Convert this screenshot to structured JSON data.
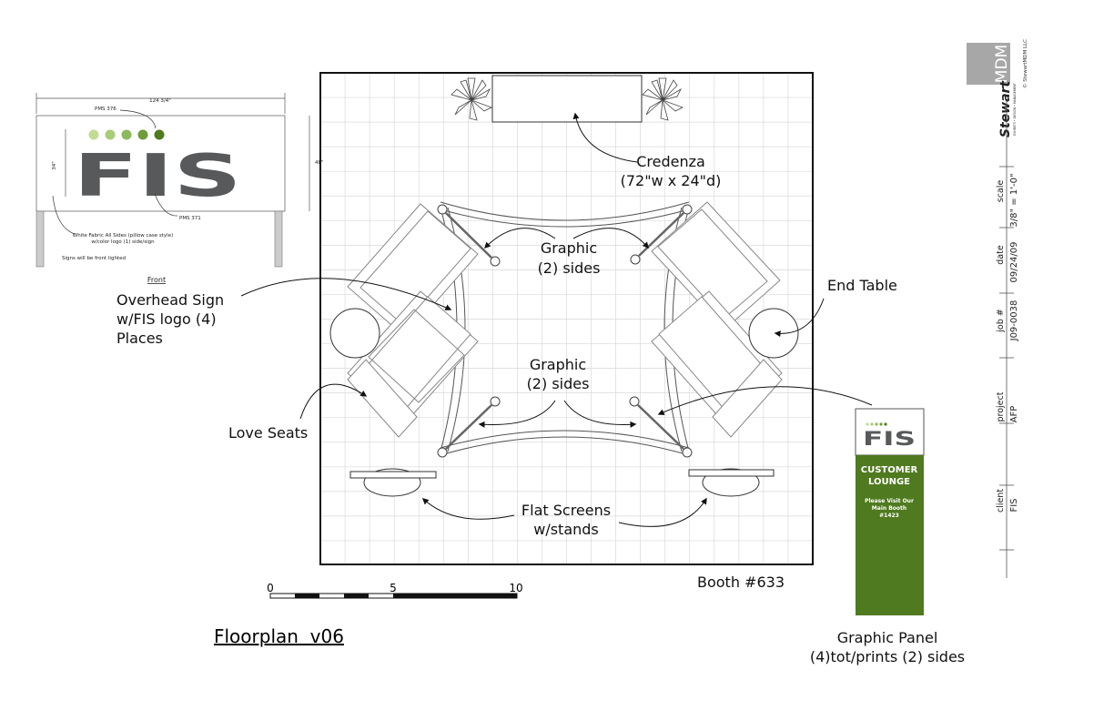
{
  "colors": {
    "green": "#4f7a1f",
    "green_mid": "#8db85e",
    "green_light": "#c3dc95",
    "logo_gray": "#58595b",
    "grid": "#d9d9d9",
    "brand_gray": "#a7a7a7"
  },
  "title": "Floorplan  v06",
  "booth": "Booth #633",
  "labels": {
    "credenza": [
      "Credenza",
      "(72\"w x 24\"d)"
    ],
    "graphic_top": [
      "Graphic",
      "(2) sides"
    ],
    "graphic_mid": [
      "Graphic",
      "(2) sides"
    ],
    "end_table": "End Table",
    "overhead_sign": [
      "Overhead Sign",
      "w/FIS logo (4)",
      "Places"
    ],
    "love_seats": "Love Seats",
    "flat_screens": [
      "Flat Screens",
      "w/stands"
    ],
    "graphic_panel": [
      "Graphic Panel",
      "(4)tot/prints (2) sides"
    ]
  },
  "scale_bar": {
    "ticks": [
      "0",
      "5",
      "10"
    ]
  },
  "sign_detail": {
    "width_dim": "124 3/4\"",
    "left_dim": "34\"",
    "right_dim": "48\"",
    "pms_top": "PMS 376",
    "pms_bottom": "PMS 371",
    "logo_text": "FIS",
    "note1": "White Fabric All Sides (pillow case style)",
    "note2": "w/color logo (1) side/sign",
    "note3": "Signs will be front lighted",
    "front_label": "Front"
  },
  "panel": {
    "logo": "FIS",
    "heading": [
      "CUSTOMER",
      "LOUNGE"
    ],
    "body": [
      "Please Visit Our",
      "Main Booth",
      "#1423"
    ]
  },
  "title_block": {
    "brand_box": "MDM",
    "brand_name": "Stewart",
    "brand_tag": "EXHIBITS • DESIGN • MANAGEMENT",
    "copyright": "© StewartMDM LLC",
    "fields": [
      {
        "label": "scale",
        "value": "3/8\" = 1'-0\""
      },
      {
        "label": "date",
        "value": "09/24/09"
      },
      {
        "label": "job #",
        "value": "J09-0038"
      },
      {
        "label": "project",
        "value": "AFP"
      },
      {
        "label": "client",
        "value": "FIS"
      }
    ]
  }
}
